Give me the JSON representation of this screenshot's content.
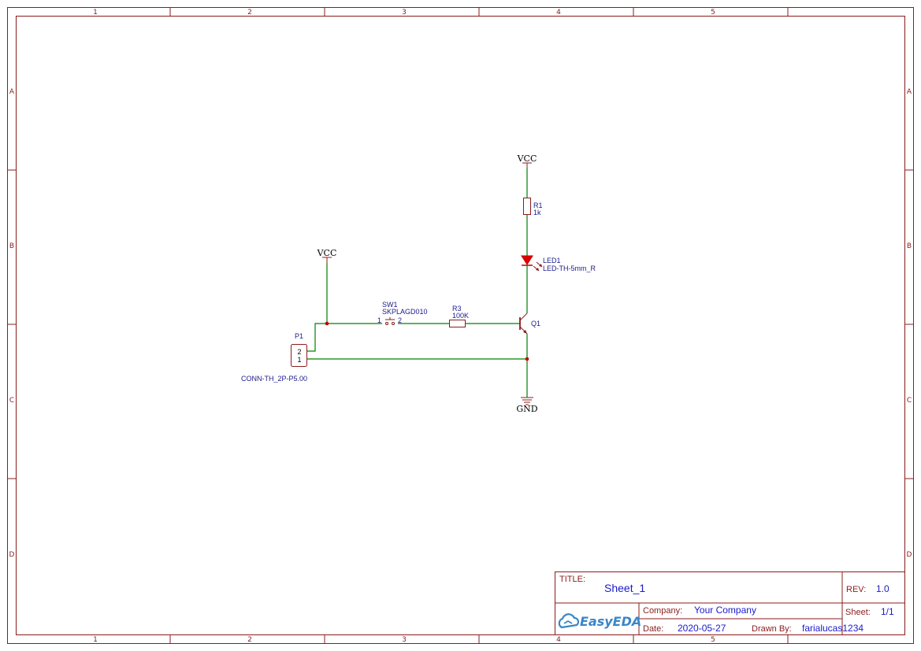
{
  "sheet": {
    "zone_columns": [
      "1",
      "2",
      "3",
      "4",
      "5"
    ],
    "zone_rows": [
      "A",
      "B",
      "C",
      "D"
    ]
  },
  "components": {
    "p1": {
      "designator": "P1",
      "footprint": "CONN-TH_2P-P5.00",
      "pin_top": "2",
      "pin_bottom": "1"
    },
    "sw1": {
      "designator": "SW1",
      "part": "SKPLAGD010",
      "pin_left": "1",
      "pin_right": "2"
    },
    "r3": {
      "designator": "R3",
      "value": "100K"
    },
    "r1": {
      "designator": "R1",
      "value": "1k"
    },
    "led1": {
      "designator": "LED1",
      "part": "LED-TH-5mm_R"
    },
    "q1": {
      "designator": "Q1"
    }
  },
  "nets": {
    "vcc_left": "VCC",
    "vcc_right": "VCC",
    "gnd": "GND"
  },
  "title_block": {
    "title_caption": "TITLE:",
    "title": "Sheet_1",
    "rev_caption": "REV:",
    "rev": "1.0",
    "company_caption": "Company:",
    "company": "Your Company",
    "sheet_caption": "Sheet:",
    "sheet": "1/1",
    "date_caption": "Date:",
    "date": "2020-05-27",
    "drawn_caption": "Drawn By:",
    "drawn_by": "farialucas1234",
    "logo_text": "EasyEDA",
    "colors": {
      "border": "#8b1c1c",
      "wire": "#008000",
      "label": "#1a1a8c",
      "logo": "#3a86c8"
    }
  }
}
